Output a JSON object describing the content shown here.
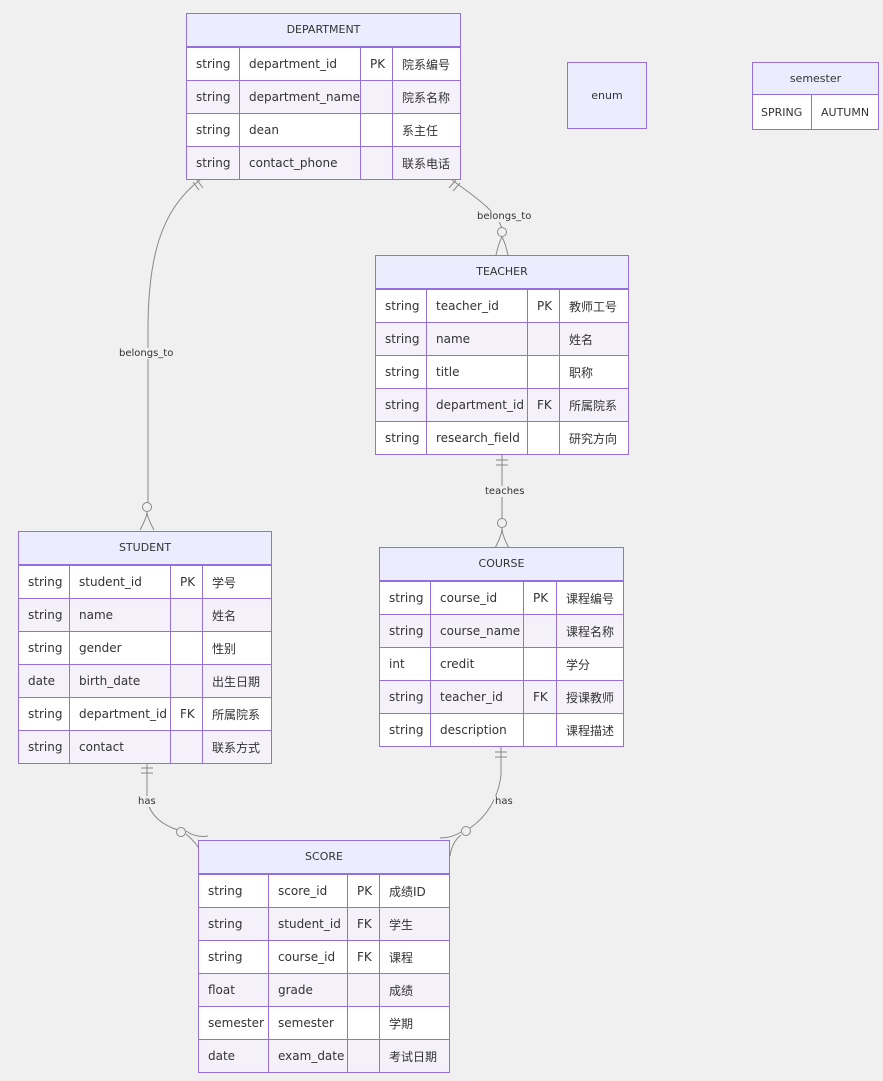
{
  "entities": {
    "department": {
      "name": "DEPARTMENT",
      "rows": [
        {
          "type": "string",
          "field": "department_id",
          "key": "PK",
          "comment": "院系编号"
        },
        {
          "type": "string",
          "field": "department_name",
          "key": "",
          "comment": "院系名称"
        },
        {
          "type": "string",
          "field": "dean",
          "key": "",
          "comment": "系主任"
        },
        {
          "type": "string",
          "field": "contact_phone",
          "key": "",
          "comment": "联系电话"
        }
      ]
    },
    "teacher": {
      "name": "TEACHER",
      "rows": [
        {
          "type": "string",
          "field": "teacher_id",
          "key": "PK",
          "comment": "教师工号"
        },
        {
          "type": "string",
          "field": "name",
          "key": "",
          "comment": "姓名"
        },
        {
          "type": "string",
          "field": "title",
          "key": "",
          "comment": "职称"
        },
        {
          "type": "string",
          "field": "department_id",
          "key": "FK",
          "comment": "所属院系"
        },
        {
          "type": "string",
          "field": "research_field",
          "key": "",
          "comment": "研究方向"
        }
      ]
    },
    "student": {
      "name": "STUDENT",
      "rows": [
        {
          "type": "string",
          "field": "student_id",
          "key": "PK",
          "comment": "学号"
        },
        {
          "type": "string",
          "field": "name",
          "key": "",
          "comment": "姓名"
        },
        {
          "type": "string",
          "field": "gender",
          "key": "",
          "comment": "性别"
        },
        {
          "type": "date",
          "field": "birth_date",
          "key": "",
          "comment": "出生日期"
        },
        {
          "type": "string",
          "field": "department_id",
          "key": "FK",
          "comment": "所属院系"
        },
        {
          "type": "string",
          "field": "contact",
          "key": "",
          "comment": "联系方式"
        }
      ]
    },
    "course": {
      "name": "COURSE",
      "rows": [
        {
          "type": "string",
          "field": "course_id",
          "key": "PK",
          "comment": "课程编号"
        },
        {
          "type": "string",
          "field": "course_name",
          "key": "",
          "comment": "课程名称"
        },
        {
          "type": "int",
          "field": "credit",
          "key": "",
          "comment": "学分"
        },
        {
          "type": "string",
          "field": "teacher_id",
          "key": "FK",
          "comment": "授课教师"
        },
        {
          "type": "string",
          "field": "description",
          "key": "",
          "comment": "课程描述"
        }
      ]
    },
    "score": {
      "name": "SCORE",
      "rows": [
        {
          "type": "string",
          "field": "score_id",
          "key": "PK",
          "comment": "成绩ID"
        },
        {
          "type": "string",
          "field": "student_id",
          "key": "FK",
          "comment": "学生"
        },
        {
          "type": "string",
          "field": "course_id",
          "key": "FK",
          "comment": "课程"
        },
        {
          "type": "float",
          "field": "grade",
          "key": "",
          "comment": "成绩"
        },
        {
          "type": "semester",
          "field": "semester",
          "key": "",
          "comment": "学期"
        },
        {
          "type": "date",
          "field": "exam_date",
          "key": "",
          "comment": "考试日期"
        }
      ]
    }
  },
  "enum_label": "enum",
  "semester_enum": {
    "name": "semester",
    "values": [
      "SPRING",
      "AUTUMN"
    ]
  },
  "relations": {
    "dept_student": "belongs_to",
    "dept_teacher": "belongs_to",
    "teacher_course": "teaches",
    "student_score": "has",
    "course_score": "has"
  },
  "colors": {
    "border": "#9370DB",
    "header_fill": "#ECECFF",
    "row_odd": "#ffffff",
    "row_even": "#f4f1fb",
    "line": "#888888",
    "background": "#f0f0f0"
  }
}
